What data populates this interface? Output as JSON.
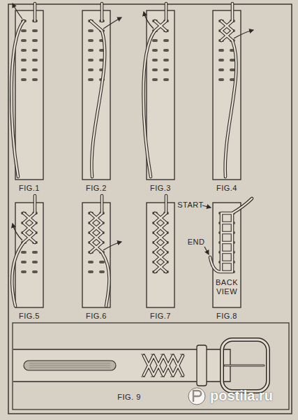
{
  "diagram": {
    "labels": [
      "FIG.1",
      "FIG.2",
      "FIG.3",
      "FIG.4",
      "START",
      "END",
      "BACK VIEW",
      "FIG.5",
      "FIG.6",
      "FIG.7",
      "FIG.8",
      "FIG. 9",
      "postila.ru"
    ]
  }
}
